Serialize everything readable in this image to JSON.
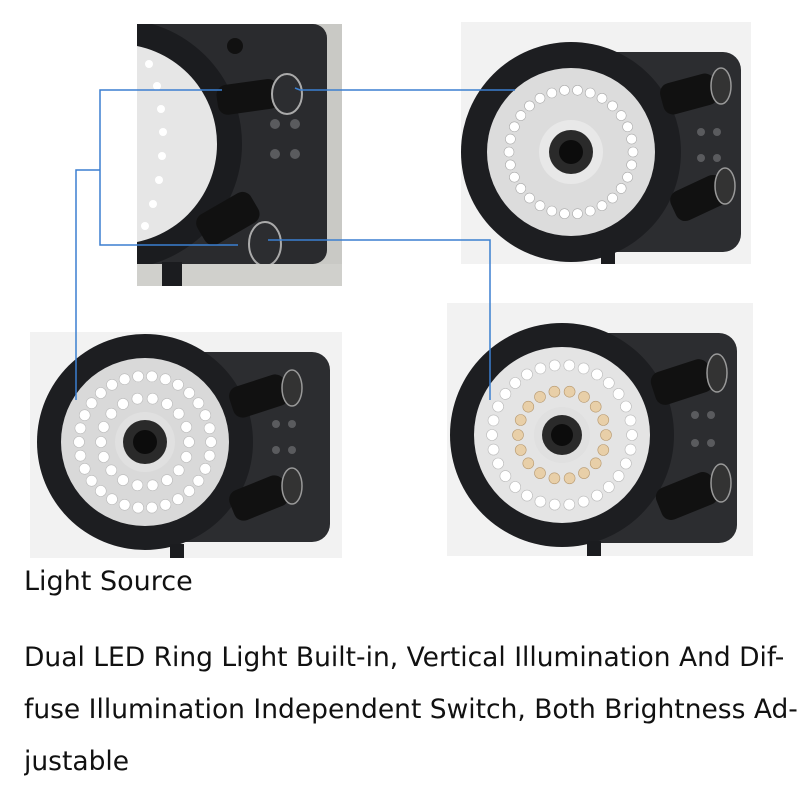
{
  "heading": "Light Source",
  "description_lines": [
    "Dual LED Ring Light Built-in, Vertical Illumination And Dif-",
    "fuse Illumination Independent Switch, Both Brightness Ad-",
    "justable"
  ],
  "colors": {
    "connector": "#3b7fd0",
    "housing": "#1e1f22",
    "led_white": "#ffffff",
    "led_warm": "#e8cfa8"
  }
}
